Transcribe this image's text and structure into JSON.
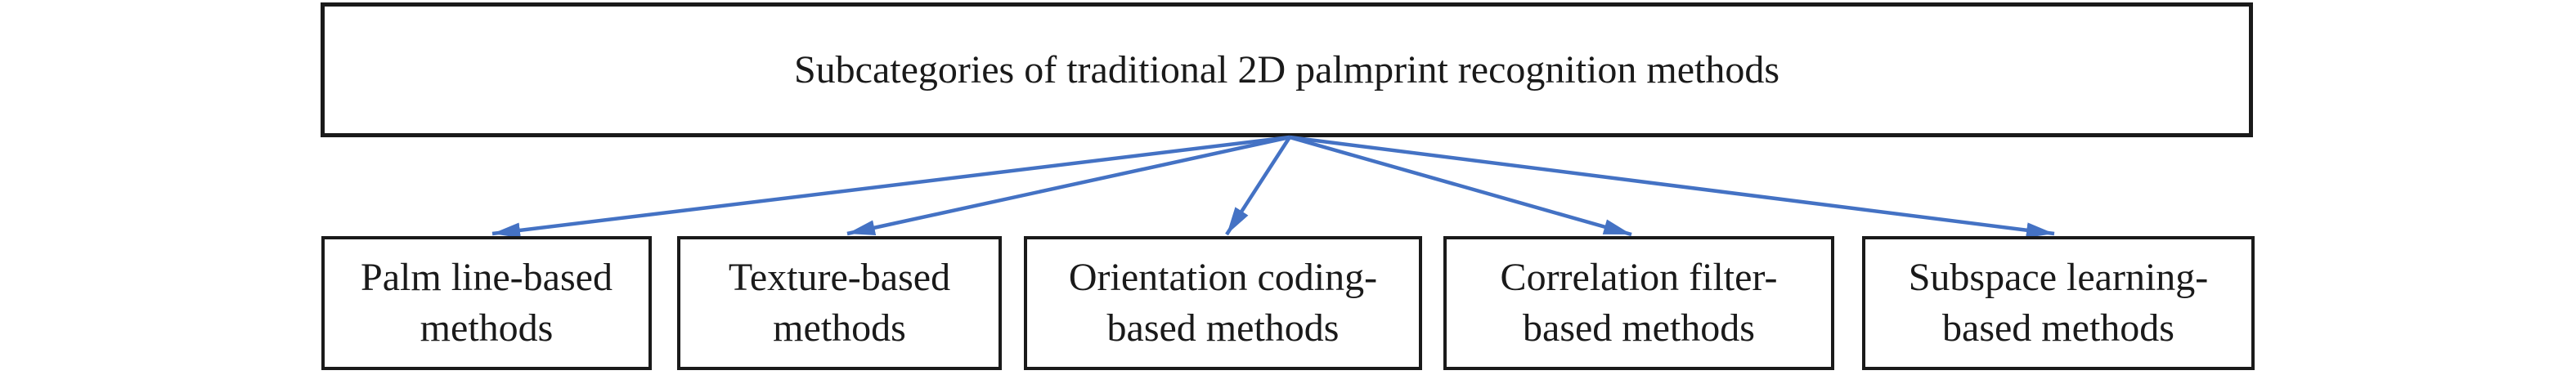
{
  "diagram": {
    "title": "Subcategories of traditional 2D palmprint recognition methods",
    "boxes": [
      {
        "id": "palm-line",
        "lines": [
          "Palm line-based",
          "methods"
        ]
      },
      {
        "id": "texture",
        "lines": [
          "Texture-based",
          "methods"
        ]
      },
      {
        "id": "orientation-coding",
        "lines": [
          "Orientation coding-",
          "based methods"
        ]
      },
      {
        "id": "correlation-filter",
        "lines": [
          "Correlation filter-",
          "based methods"
        ]
      },
      {
        "id": "subspace-learning",
        "lines": [
          "Subspace learning-",
          "based methods"
        ]
      }
    ],
    "colors": {
      "arrow": "#4472C4",
      "border": "#1A1A1A",
      "text": "#1A1A1A",
      "background": "#FFFFFF"
    }
  }
}
